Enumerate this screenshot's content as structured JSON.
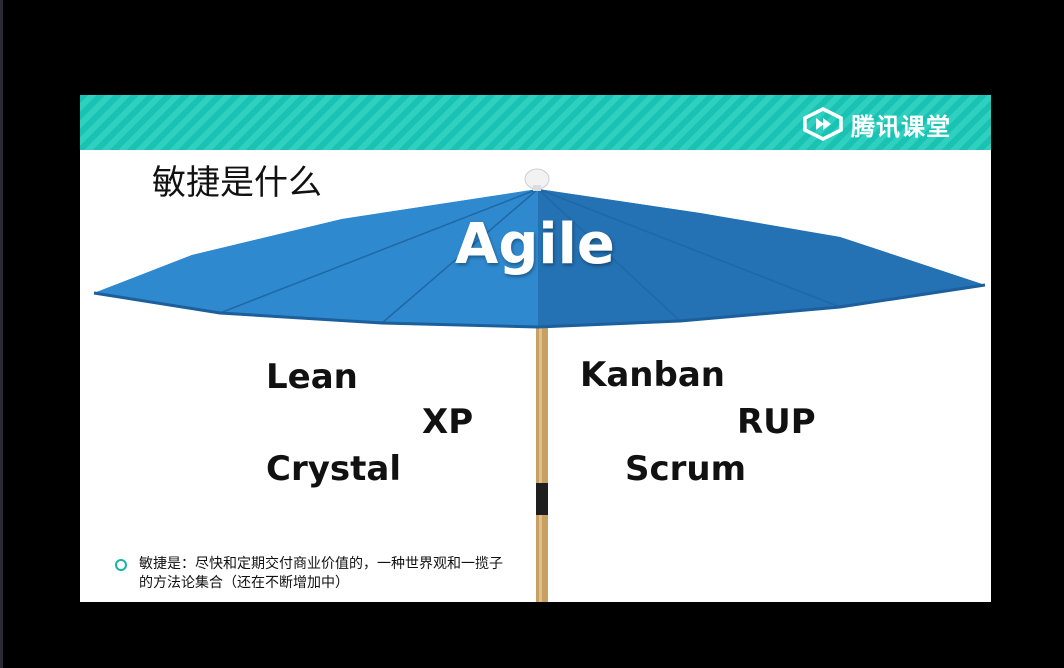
{
  "slide": {
    "brand_name": "腾讯课堂",
    "title": "敏捷是什么",
    "umbrella_label": "Agile",
    "methods": {
      "lean": "Lean",
      "xp": "XP",
      "crystal": "Crystal",
      "kanban": "Kanban",
      "rup": "RUP",
      "scrum": "Scrum"
    },
    "bullet_text": "敏捷是：尽快和定期交付商业价值的，一种世界观和一揽子的方法论集合（还在不断增加中）"
  },
  "colors": {
    "header_teal": "#19c2b2",
    "umbrella_blue": "#2a7fc4",
    "pole_wood": "#c8a062",
    "bullet_marker": "#19b3a7"
  },
  "icons": {
    "brand_logo": "tencent-classroom-logo-icon",
    "bullet": "circle-bullet-icon"
  }
}
